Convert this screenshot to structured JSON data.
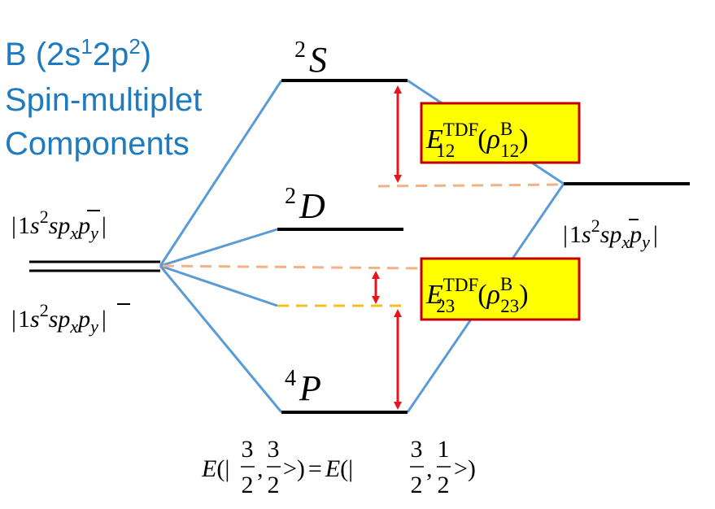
{
  "title": {
    "line1_prefix": "B (2s",
    "line1_sup1": "1",
    "line1_mid": "2p",
    "line1_sup2": "2",
    "line1_suffix": ")",
    "line2": "Spin-multiplet",
    "line3": "Components"
  },
  "colors": {
    "title": "#1f7bbf",
    "connector": "#5b9bd5",
    "level": "#000000",
    "dashed_orange": "#f4b183",
    "dashed_yellow": "#f0c020",
    "arrow": "#e8141b",
    "box_fill": "#ffff00",
    "box_border": "#c00000"
  },
  "levels": {
    "S": {
      "sup": "2",
      "letter": "S"
    },
    "D": {
      "sup": "2",
      "letter": "D"
    },
    "P": {
      "sup": "4",
      "letter": "P"
    }
  },
  "determinants": {
    "left_top": {
      "bar_open": "|",
      "one_s": "1",
      "s1": "s",
      "sq": "2",
      "s2": "s",
      "p1": "p",
      "sub1": "x",
      "p2": "p",
      "sub2": "y",
      "bar_close": "|",
      "overbar_on": "p_x"
    },
    "left_bottom": {
      "bar_open": "|",
      "one_s": "1",
      "s1": "s",
      "sq": "2",
      "s2": "s",
      "p1": "p",
      "sub1": "x",
      "p2": "p",
      "sub2": "y",
      "bar_close": "|",
      "overbar_on": "p_y"
    },
    "right": {
      "bar_open": "|",
      "one_s": "1",
      "s1": "s",
      "sq": "2",
      "s2": "s",
      "p1": "p",
      "sub1": "x",
      "p2": "p",
      "sub2": "y",
      "bar_close": "|",
      "overbar_on": "s"
    }
  },
  "boxes": {
    "box12": {
      "E": "E",
      "sup": "TDF",
      "sub": "12",
      "open": "(",
      "rho": "ρ",
      "rho_sup": "B",
      "rho_sub": "12",
      "close": ")"
    },
    "box23": {
      "E": "E",
      "sup": "TDF",
      "sub": "23",
      "open": "(",
      "rho": "ρ",
      "rho_sup": "B",
      "rho_sub": "23",
      "close": ")"
    }
  },
  "equation": {
    "E1": "E",
    "open1": "(|",
    "frac1a_num": "3",
    "frac1a_den": "2",
    "comma1": ",",
    "frac1b_num": "3",
    "frac1b_den": "2",
    "close1": ">)",
    "eq": "=",
    "E2": "E",
    "open2": "(|",
    "frac2a_num": "3",
    "frac2a_den": "2",
    "comma2": ",",
    "frac2b_num": "1",
    "frac2b_den": "2",
    "close2": ">)"
  }
}
